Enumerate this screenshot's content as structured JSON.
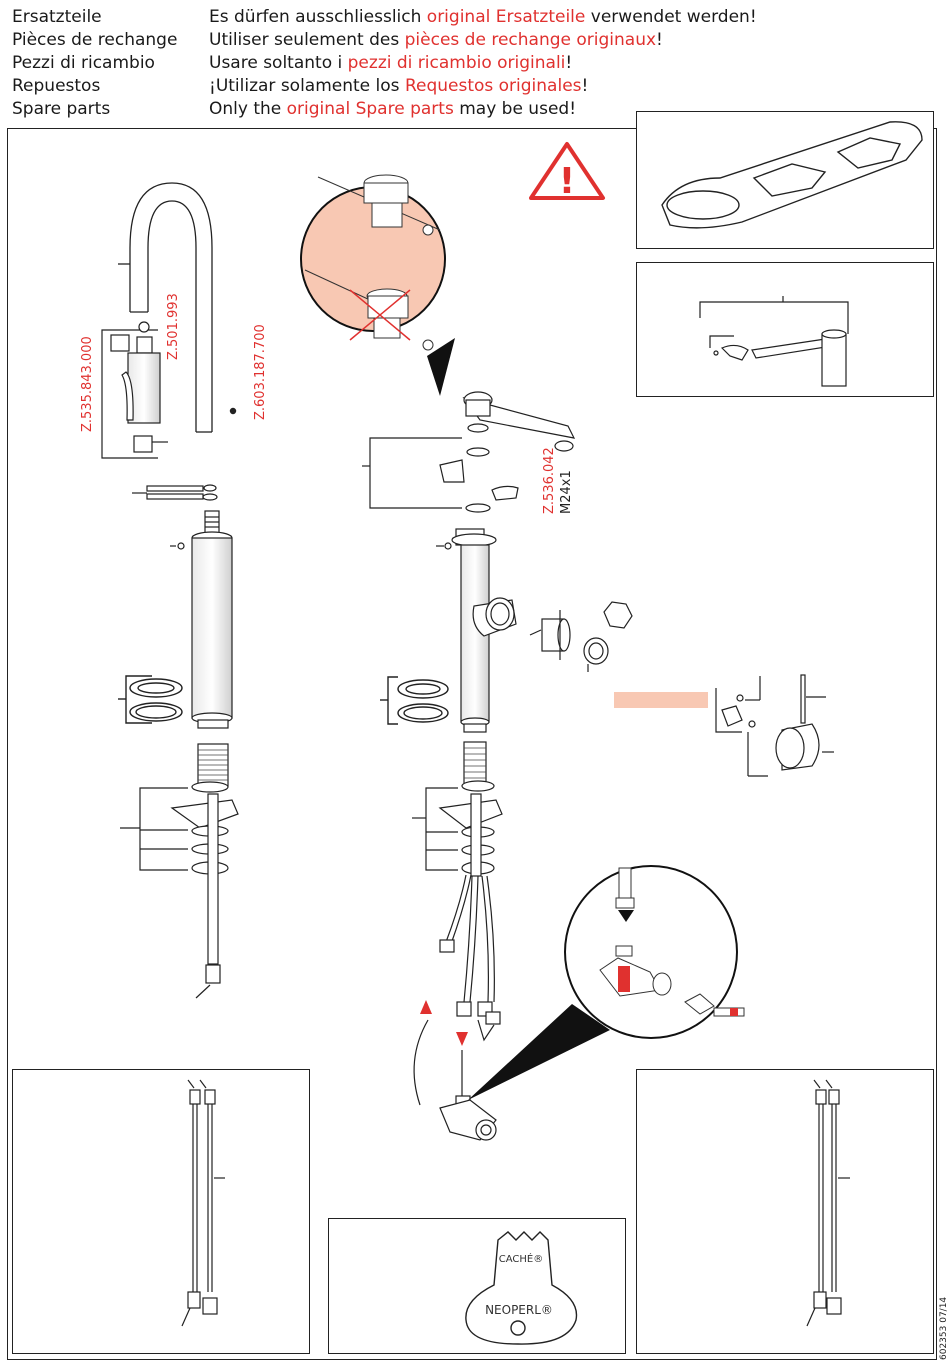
{
  "header": {
    "rows": [
      {
        "lang": "Ersatzteile",
        "pre": "Es dürfen ausschliesslich ",
        "red": "original Ersatzteile",
        "post": " verwendet werden!"
      },
      {
        "lang": "Pièces de rechange",
        "pre": "Utiliser seulement des ",
        "red": "pièces de rechange originaux",
        "post": "!"
      },
      {
        "lang": "Pezzi di ricambio",
        "pre": "Usare soltanto i ",
        "red": "pezzi di ricambio originali",
        "post": "!"
      },
      {
        "lang": "Repuestos",
        "pre": "¡Utilizar solamente los ",
        "red": "Requestos originales",
        "post": "!"
      },
      {
        "lang": "Spare parts",
        "pre": "Only the ",
        "red": "original Spare parts",
        "post": " may be used!"
      }
    ]
  },
  "parts": {
    "p1": "Z.535.843.000",
    "p2": "Z.501.993",
    "p3": "Z.603.187.700",
    "p4": "Z.536.042",
    "thread": "M24x1"
  },
  "aerator": {
    "top": "CACHÉ®",
    "bottom": "NEOPERL®"
  },
  "docref": "602353 07/14",
  "colors": {
    "accent": "#e0312f",
    "zoom_fill": "#f8c8b3",
    "swatch": "#f8c8b3"
  }
}
